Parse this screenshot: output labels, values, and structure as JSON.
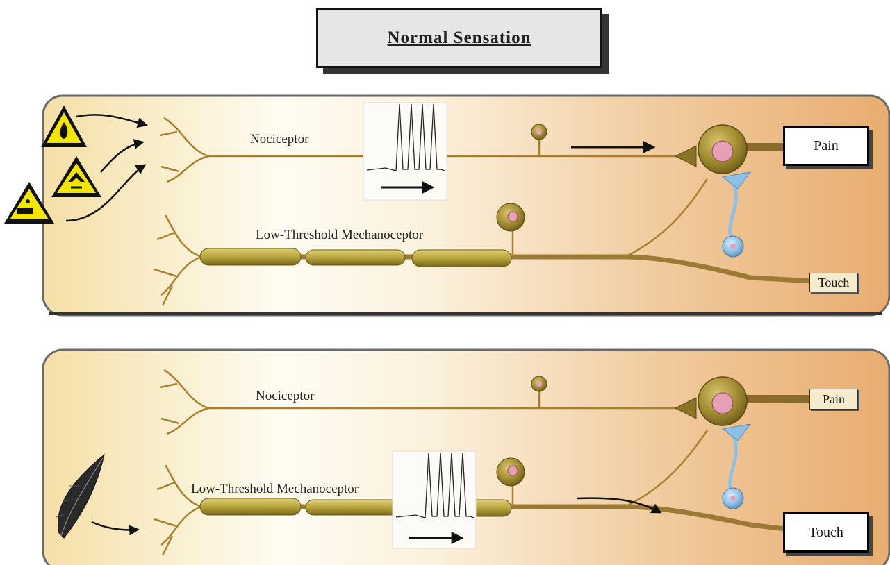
{
  "title": "Normal Sensation",
  "panels": [
    {
      "nociceptor_label": "Nociceptor",
      "mechanoceptor_label": "Low-Threshold  Mechanoceptor",
      "pain_label": "Pain",
      "touch_label": "Touch",
      "active_output": "pain",
      "stimulus_icons": [
        "fire-hazard-icon",
        "toxic-hazard-icon",
        "corrosive-hazard-icon"
      ]
    },
    {
      "nociceptor_label": "Nociceptor",
      "mechanoceptor_label": "Low-Threshold  Mechanoceptor",
      "pain_label": "Pain",
      "touch_label": "Touch",
      "active_output": "touch",
      "stimulus_icons": [
        "feather-icon"
      ]
    }
  ],
  "colors": {
    "axon": "#a8802c",
    "myelin": "#b8a43c",
    "soma": "#8a7424",
    "interneuron": "#8cc0e6",
    "nucleus": "#e6a0b4",
    "panel_light": "#fdfbf1",
    "panel_warm": "#e9b276",
    "hazard_yellow": "#f2e600"
  }
}
